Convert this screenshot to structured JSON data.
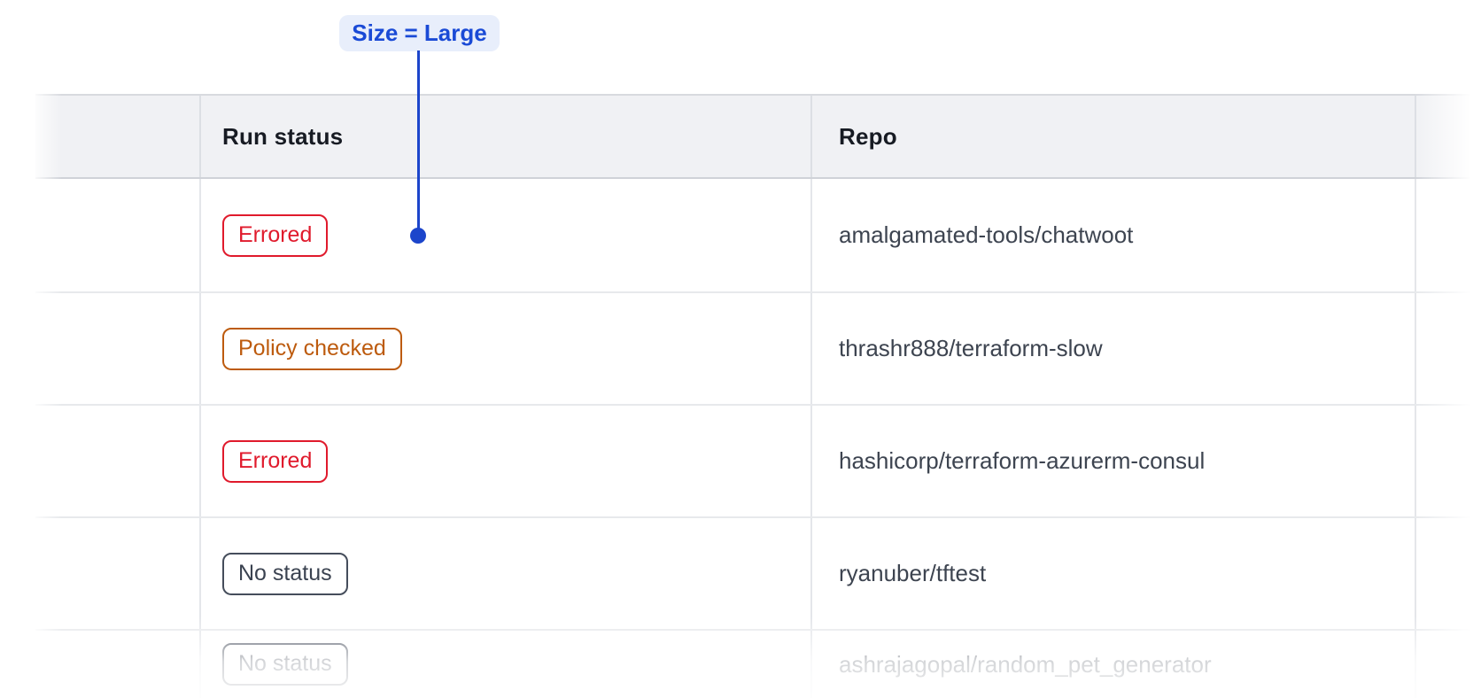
{
  "annotation": {
    "label": "Size = Large"
  },
  "table": {
    "columns": {
      "run_status": "Run status",
      "repo": "Repo"
    },
    "rows": [
      {
        "status": "Errored",
        "kind": "errored",
        "repo": "amalgamated-tools/chatwoot"
      },
      {
        "status": "Policy checked",
        "kind": "policy",
        "repo": "thrashr888/terraform-slow"
      },
      {
        "status": "Errored",
        "kind": "errored",
        "repo": "hashicorp/terraform-azurerm-consul"
      },
      {
        "status": "No status",
        "kind": "none",
        "repo": "ryanuber/tftest"
      },
      {
        "status": "No status",
        "kind": "none",
        "repo": "ashrajagopal/random_pet_generator"
      }
    ]
  },
  "colors": {
    "annotation_blue": "#1c45cb",
    "annotation_pill_bg": "#e8eefb",
    "status_errored": "#e01a2c",
    "status_policy_checked": "#bd5b0e",
    "status_no_status": "#3a4250",
    "header_bg": "#f0f1f4",
    "row_separator": "#e7e9ec",
    "text_primary": "#171b23",
    "text_repo": "#3d4450"
  }
}
